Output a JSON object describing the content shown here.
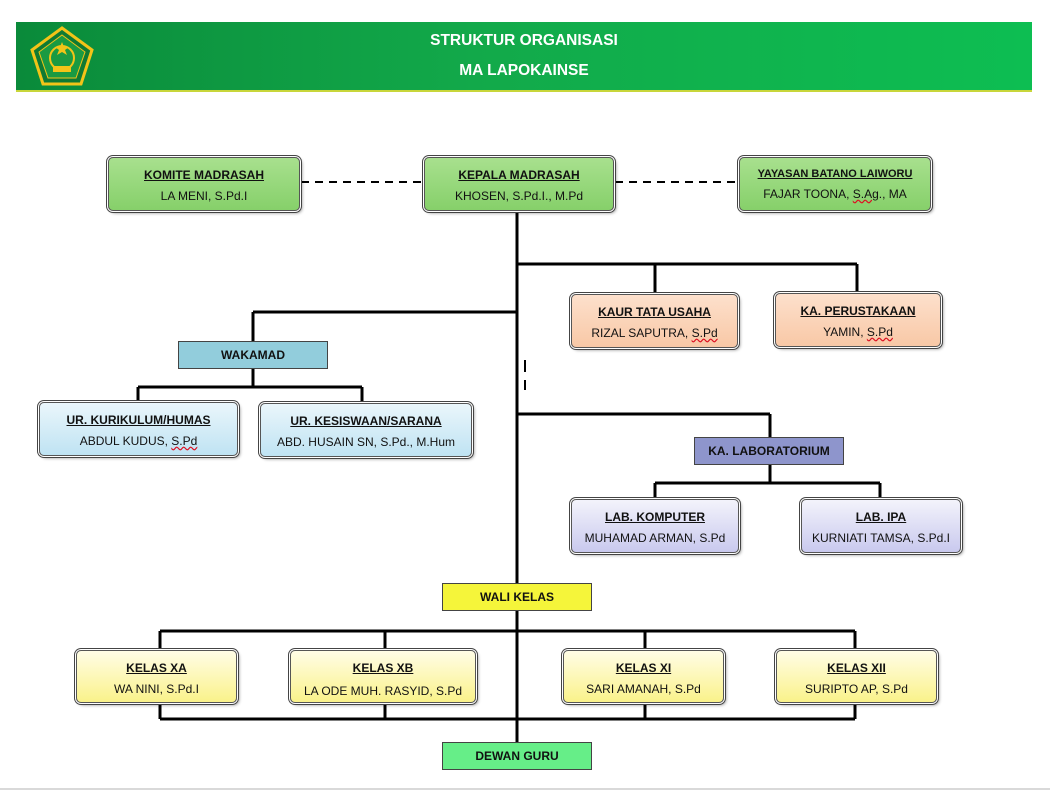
{
  "header": {
    "title_line1": "STRUKTUR ORGANISASI",
    "title_line2": "MA LAPOKAINSE"
  },
  "logo": {
    "name": "kementerian-agama-emblem",
    "colors": {
      "frame": "#1a8a3a",
      "accent": "#f2c418"
    }
  },
  "komite": {
    "title": "KOMITE MADRASAH",
    "name": "LA MENI, S.Pd.I"
  },
  "kepala": {
    "title": "KEPALA MADRASAH",
    "name": "KHOSEN, S.Pd.I., M.Pd"
  },
  "yayasan": {
    "title": "YAYASAN BATANO LAIWORU",
    "name_pre": "FAJAR TOONA, ",
    "name_sq": "S.Ag",
    "name_post": "., MA"
  },
  "kaur": {
    "title": "KAUR TATA USAHA",
    "name_pre": "RIZAL SAPUTRA, ",
    "name_sq": "S.Pd"
  },
  "perpus": {
    "title": "KA. PERUSTAKAAN",
    "name_pre": "YAMIN, ",
    "name_sq": "S.Pd"
  },
  "wakamad": {
    "title": "WAKAMAD"
  },
  "kurikulum": {
    "title": "UR. KURIKULUM/HUMAS",
    "name_pre": "ABDUL KUDUS, ",
    "name_sq": "S.Pd"
  },
  "kesiswaan": {
    "title": "UR. KESISWAAN/SARANA",
    "name": "ABD. HUSAIN SN, S.Pd., M.Hum"
  },
  "lab": {
    "title": "KA. LABORATORIUM"
  },
  "lab_komputer": {
    "title": "LAB. KOMPUTER",
    "name": "MUHAMAD ARMAN, S.Pd"
  },
  "lab_ipa": {
    "title": "LAB. IPA",
    "name": "KURNIATI TAMSA, S.Pd.I"
  },
  "wali": {
    "title": "WALI KELAS"
  },
  "kelas": [
    {
      "title": "KELAS XA",
      "name": "WA NINI, S.Pd.I"
    },
    {
      "title": "KELAS XB",
      "name": "LA ODE MUH. RASYID, S.Pd"
    },
    {
      "title": "KELAS XI",
      "name": "SARI AMANAH, S.Pd"
    },
    {
      "title": "KELAS XII",
      "name": "SURIPTO AP, S.Pd"
    }
  ],
  "dewan": {
    "title": "DEWAN GURU"
  },
  "colors": {
    "header_green": "#0fa944",
    "line": "#000000"
  }
}
